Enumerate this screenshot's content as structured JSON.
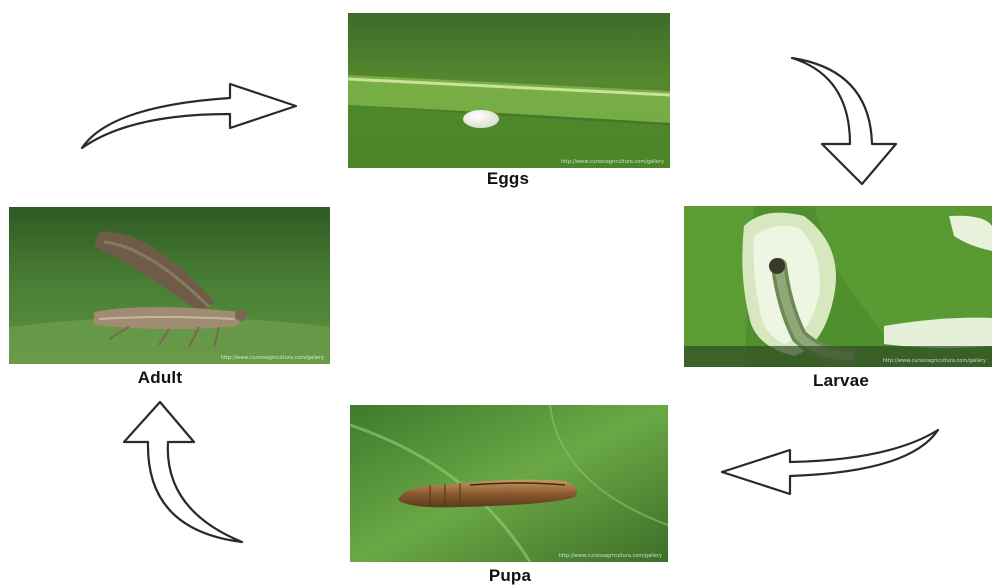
{
  "stages": {
    "eggs": {
      "label": "Eggs",
      "watermark": "http://www.cursosagricultura.com/gallery"
    },
    "larvae": {
      "label": "Larvae",
      "watermark": "http://www.cursosagricultura.com/gallery"
    },
    "pupa": {
      "label": "Pupa",
      "watermark": "http://www.cursosagricultura.com/gallery"
    },
    "adult": {
      "label": "Adult",
      "watermark": "http://www.cursosagricultura.com/gallery"
    }
  },
  "cycle_order": [
    "eggs",
    "larvae",
    "pupa",
    "adult"
  ],
  "colors": {
    "background": "#ffffff",
    "label_text": "#111111",
    "arrow_fill": "#ffffff",
    "arrow_stroke": "#2a2a2a",
    "leaf_green": "#3f7a2a"
  },
  "icons": {
    "arrow": "curved-arrow-icon"
  }
}
